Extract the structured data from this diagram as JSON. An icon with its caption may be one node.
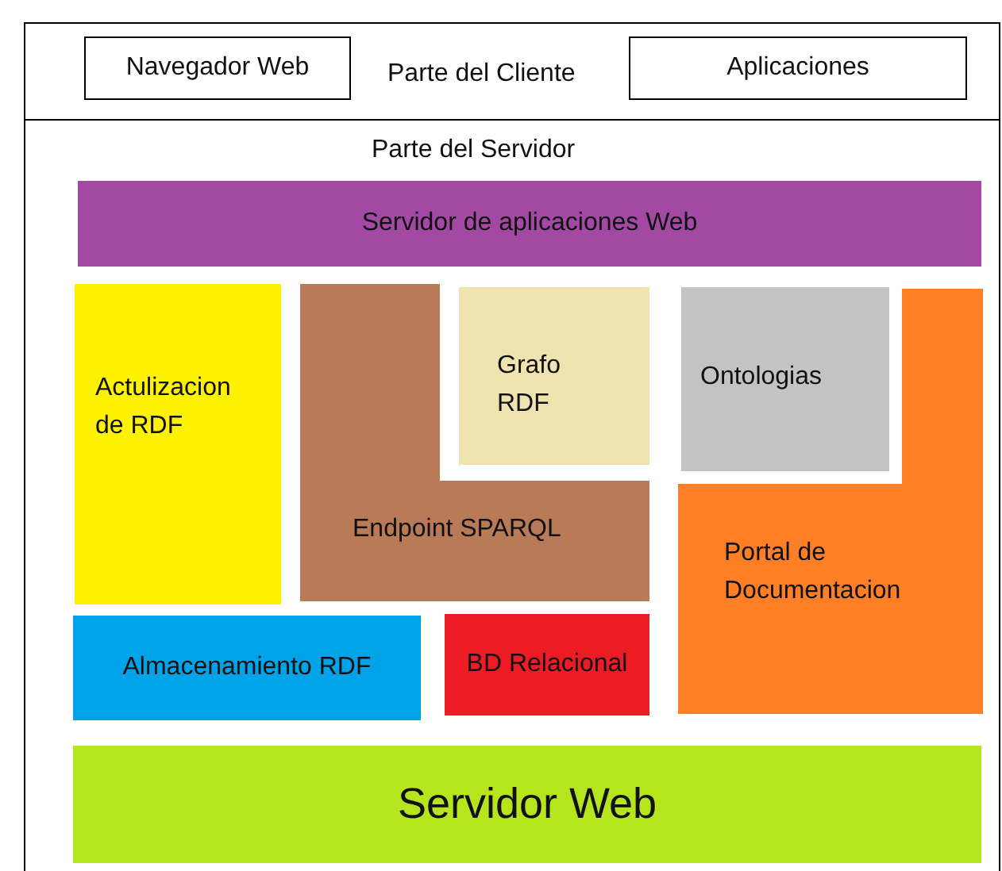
{
  "diagram": {
    "nodes": [
      {
        "text": [
          "Parte del Cliente"
        ]
      },
      {
        "text": [
          "Navegador Web"
        ],
        "in": 0
      },
      {
        "text": [
          "Aplicaciones"
        ],
        "in": 0
      },
      {
        "text": [
          "Parte del Servidor"
        ]
      },
      {
        "text": [
          "Servidor de aplicaciones Web"
        ],
        "in": 3
      },
      {
        "text": [
          "Actulizacion de RDF"
        ],
        "in": 3
      },
      {
        "text": [
          "Endpoint SPARQL"
        ],
        "in": 3
      },
      {
        "text": [
          "Grafo RDF"
        ],
        "in": 3
      },
      {
        "text": [
          "Ontologias"
        ],
        "in": 3
      },
      {
        "text": [
          "Portal de Documentacion"
        ],
        "in": 3
      },
      {
        "text": [
          "Almacenamiento RDF"
        ],
        "in": 3
      },
      {
        "text": [
          "BD Relacional"
        ],
        "in": 3
      },
      {
        "text": [
          "Servidor Web"
        ],
        "in": 3
      }
    ]
  }
}
